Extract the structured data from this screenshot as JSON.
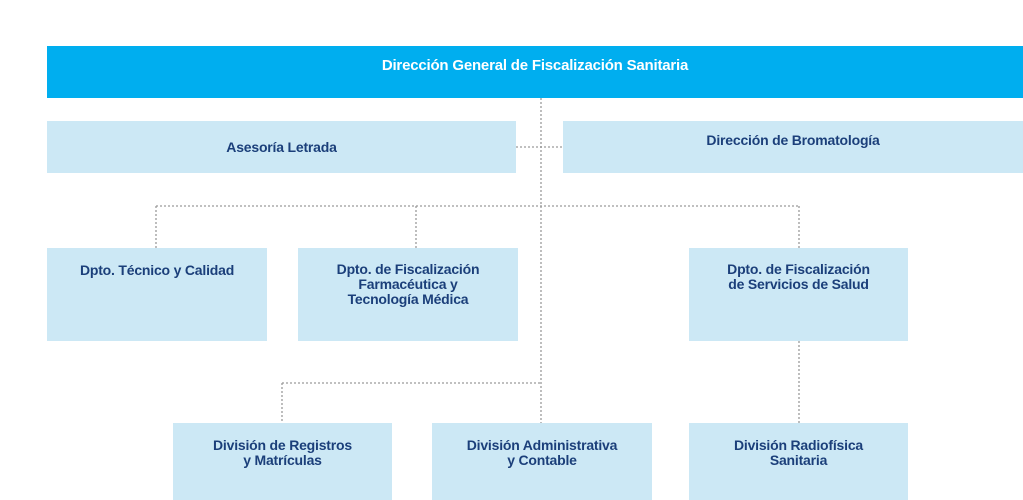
{
  "org": {
    "top": "Dirección General de Fiscalización Sanitaria",
    "advisory": "Asesoría Letrada",
    "bromatology": "Dirección de Bromatología",
    "departments": [
      "Dpto. Técnico y Calidad",
      "Dpto. de Fiscalización\nFarmacéutica y\nTecnología Médica",
      "Dpto. de Fiscalización\nde Servicios de Salud"
    ],
    "divisions": [
      "División de Registros\ny Matrículas",
      "División Administrativa\ny Contable",
      "División Radiofísica\nSanitaria"
    ]
  },
  "colors": {
    "top_fill": "#00aeef",
    "box_fill": "#cce8f5",
    "text": "#1b3f7a",
    "connector": "#9a9a9a",
    "logo": "#1b3f7a"
  }
}
